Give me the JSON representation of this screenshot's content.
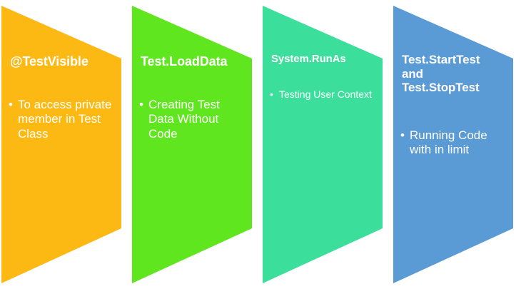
{
  "diagram": {
    "type": "chevron-process",
    "orientation": "horizontal",
    "background_color": "#ffffff",
    "text_color": "#ffffff",
    "bullet_glyph": "•",
    "panels": [
      {
        "title": "@TestVisible",
        "color": "#FCB813",
        "bullets": [
          "To access private member in Test Class"
        ]
      },
      {
        "title": "Test.LoadData",
        "color": "#5FE61E",
        "bullets": [
          "Creating Test Data Without Code"
        ]
      },
      {
        "title": "System.RunAs",
        "color": "#3BDF9B",
        "bullets": [
          "Testing User Context"
        ]
      },
      {
        "title": "Test.StartTest and Test.StopTest",
        "color": "#5B9BD5",
        "bullets": [
          "Running Code with in limit"
        ]
      }
    ]
  }
}
